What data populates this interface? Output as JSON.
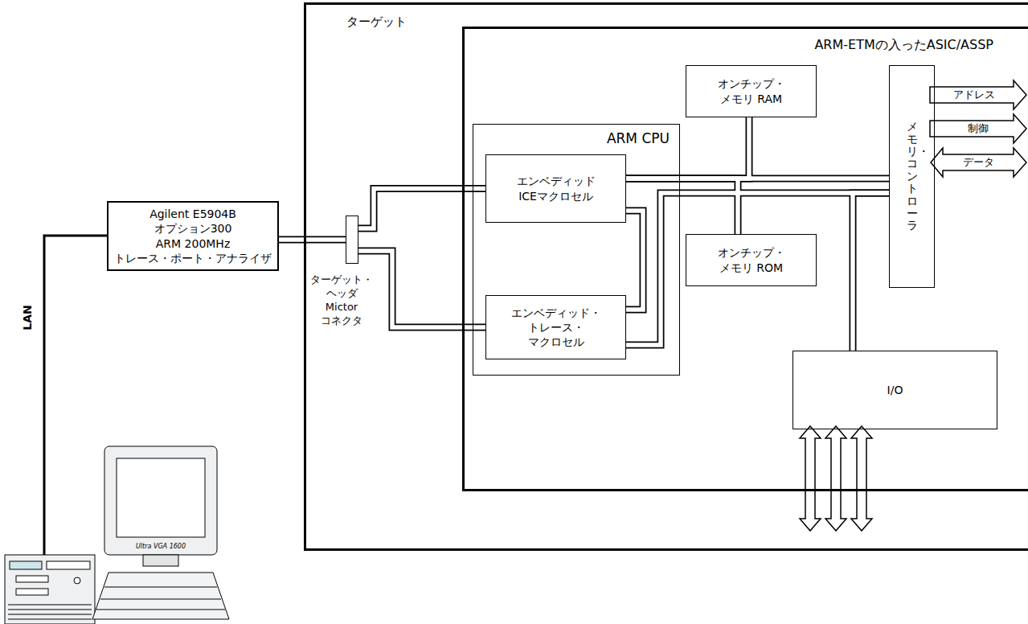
{
  "diagram": {
    "nodes": [
      {
        "text": [
          "Agilent E5904B",
          "オプション300",
          "ARM 200MHz",
          "トレース・ポート・アナライザ"
        ]
      },
      {
        "text": [
          "ターゲット"
        ]
      },
      {
        "text": [
          "ARM-ETMの入ったASIC/ASSP"
        ],
        "in": 1
      },
      {
        "text": [
          "ARM CPU"
        ],
        "in": 2
      },
      {
        "text": [
          "エンベディッド ICEマクロセル"
        ],
        "in": 3
      },
      {
        "text": [
          "エンベディッド・ トレース・マクロセル"
        ],
        "in": 3
      },
      {
        "text": [
          "オンチップ・ メモリ RAM"
        ],
        "in": 2
      },
      {
        "text": [
          "オンチップ・ メモリ ROM"
        ],
        "in": 2
      },
      {
        "text": [
          "メモリ・コントローラ"
        ],
        "in": 2
      },
      {
        "text": [
          "I/O"
        ],
        "in": 2
      },
      {
        "text": [
          "ターゲット・ ヘッダ Mictor コネクタ"
        ],
        "in": 1
      }
    ],
    "edges": [
      {
        "from": 0,
        "to": 10,
        "arrow": "none"
      },
      {
        "from": 10,
        "to": 4,
        "arrow": "none"
      },
      {
        "from": 10,
        "to": 5,
        "arrow": "none"
      },
      {
        "from": 4,
        "to": 5,
        "arrow": "none"
      },
      {
        "from": 4,
        "to": 6,
        "arrow": "none"
      },
      {
        "from": 4,
        "to": 7,
        "arrow": "none"
      },
      {
        "from": 4,
        "to": 8,
        "arrow": "none"
      },
      {
        "from": 5,
        "to": 8,
        "arrow": "none"
      },
      {
        "from": 9,
        "to": 8,
        "arrow": "none"
      }
    ],
    "labels": [
      "アドレス",
      "制御",
      "データ",
      "LAN",
      "Ultra VGA 1600"
    ]
  }
}
